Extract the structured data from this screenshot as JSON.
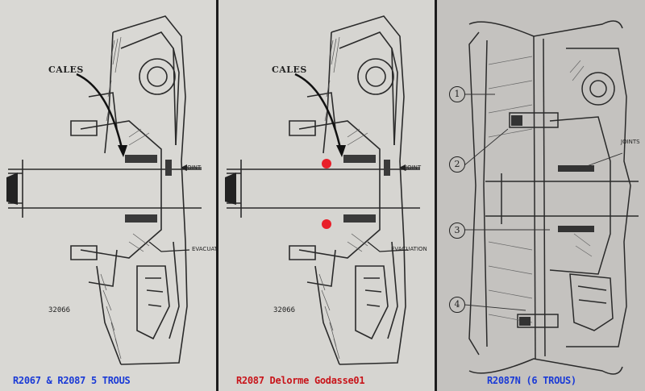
{
  "panels": [
    {
      "caption": "R2067 & R2087 5 TROUS",
      "caption_color": "#1a3ad6",
      "labels": {
        "cales": "CALES",
        "joint": "JOINT",
        "evacuation": "EVACUATION",
        "ref": "32066"
      }
    },
    {
      "caption": "R2087 Delorme Godasse01",
      "caption_color": "#c8141a",
      "labels": {
        "cales": "CALES",
        "joint": "JOINT",
        "evacuation": "EVACUATION",
        "ref": "32066"
      },
      "highlight_color": "#e8202a"
    },
    {
      "caption": "R2087N (6 TROUS)",
      "caption_color": "#1a3ad6",
      "labels": {
        "joints": "JOINTS"
      },
      "callouts": [
        "1",
        "2",
        "3",
        "4"
      ]
    }
  ]
}
